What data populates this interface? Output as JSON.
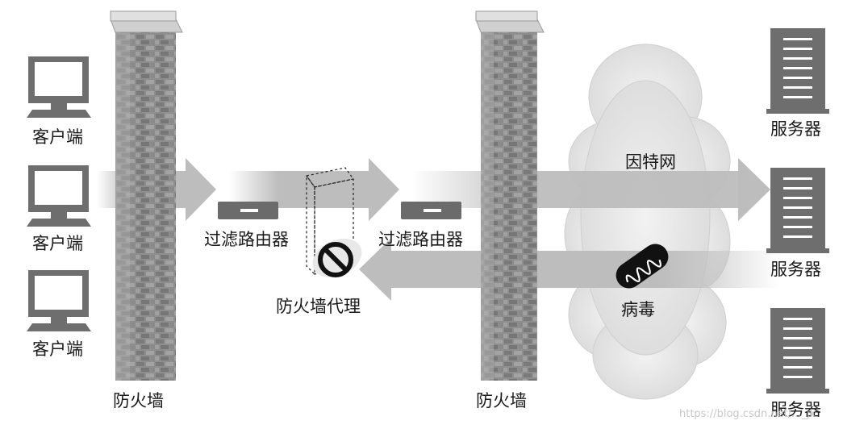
{
  "clients": {
    "label": "客户端"
  },
  "walls": {
    "left_label": "防火墙",
    "right_label": "防火墙"
  },
  "routers": {
    "label_1": "过滤路由器",
    "label_2": "过滤路由器"
  },
  "proxy": {
    "label": "防火墙代理"
  },
  "internet": {
    "label": "因特网"
  },
  "virus": {
    "label": "病毒"
  },
  "servers": {
    "label": "服务器"
  },
  "watermark": "https://blog.csdn.net/..._jk",
  "colors": {
    "arrow": "#bdbdbd",
    "wall_face": "#9a9a9a",
    "brick": "#7f7f7f",
    "device": "#6b6b6b",
    "cloud": "#e6e6e6",
    "virus": "#111111"
  },
  "icons": {
    "client": "desktop-computer-icon",
    "server": "server-rack-icon",
    "router": "router-icon",
    "virus": "virus-icon",
    "blocked": "prohibited-icon"
  }
}
